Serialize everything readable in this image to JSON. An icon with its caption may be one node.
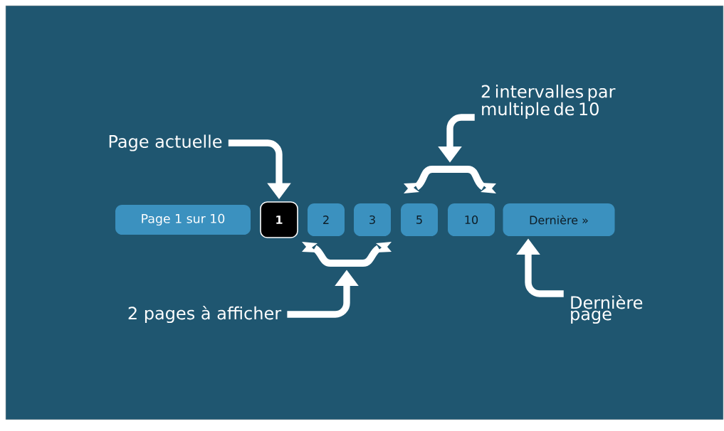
{
  "diagram": {
    "nodes": [
      {
        "text": [
          "Page 1 sur 10"
        ]
      },
      {
        "text": [
          "1"
        ]
      },
      {
        "text": [
          "2"
        ]
      },
      {
        "text": [
          "3"
        ]
      },
      {
        "text": [
          "5"
        ]
      },
      {
        "text": [
          "10"
        ]
      },
      {
        "text": [
          "Dernière »"
        ]
      },
      {
        "text": [
          "Page actuelle"
        ]
      },
      {
        "text": [
          "2 pages à afficher"
        ]
      },
      {
        "text": [
          "2 intervalles par multiple de 10"
        ]
      },
      {
        "text": [
          "Dernière page"
        ]
      },
      {
        "text": [],
        "shape": "brace"
      },
      {
        "text": [],
        "shape": "brace"
      }
    ],
    "edges": [
      {
        "from": 7,
        "to": 1,
        "arrow": "to"
      },
      {
        "from": 8,
        "to": 11,
        "arrow": "to"
      },
      {
        "from": 9,
        "to": 12,
        "arrow": "to"
      },
      {
        "from": 10,
        "to": 6,
        "arrow": "to"
      }
    ]
  }
}
